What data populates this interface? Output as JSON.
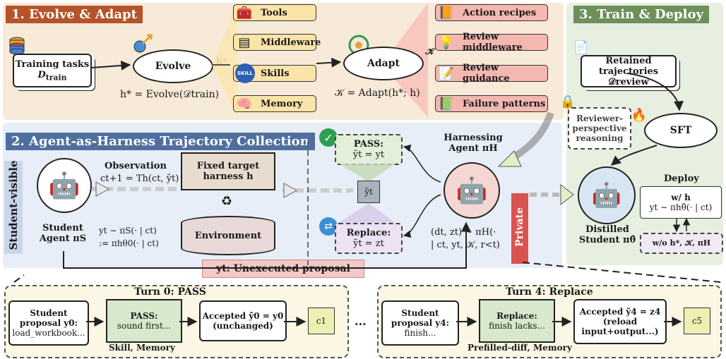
{
  "panel1": {
    "title": "1. Evolve & Adapt",
    "training_tasks": "Training tasks",
    "training_sym": "D",
    "training_sub": "train",
    "evolve": "Evolve",
    "hstar": "h*",
    "evolve_eq": "h* = Evolve(𝒟train)",
    "tools": [
      "Tools",
      "Middleware",
      "Skills",
      "Memory"
    ],
    "skill_icon_text": "SKILL",
    "adapt": "Adapt",
    "k_sym": "𝒦",
    "adapt_eq": "𝒦 = Adapt(h*; h)",
    "knowledge": [
      "Action recipes",
      "Review middleware",
      "Review guidance",
      "Failure patterns"
    ]
  },
  "panel2": {
    "title": "2. Agent-as-Harness Trajectory Collection",
    "student_visible": "Student-visible",
    "private": "Private",
    "observation_title": "Observation",
    "observation_eq": "ct+1 = Th(ct, ỹt)",
    "student_agent": "Student",
    "student_agent2": "Agent πS",
    "student_eq1": "yt ∼ πS(· | ct)",
    "student_eq2": ":= πhθ0(· | ct)",
    "fixed_target": "Fixed target",
    "harness": "harness h",
    "environment": "Environment",
    "pass_title": "PASS:",
    "pass_eq": "ỹt = yt",
    "ytilde": "ỹt",
    "replace_title": "Replace:",
    "replace_eq": "ỹt = zt",
    "harnessing1": "Harnessing",
    "harnessing2": "Agent πH",
    "harness_eq1": "(dt, zt) ∼ πH(·",
    "harness_eq2": "| ct, yt, 𝒦, r<t)",
    "unexecuted": "yt: Unexecuted proposal"
  },
  "panel3": {
    "title": "3. Train & Deploy",
    "retained1": "Retained",
    "retained2": "trajectories 𝒟review",
    "reviewer": [
      "Reviewer-",
      "perspective",
      "reasoning"
    ],
    "sft": "SFT",
    "deploy": "Deploy",
    "with_h": "w/ h",
    "with_eq": "yt ∼ πhθ̂(· | ct)",
    "without": "w/o h*, 𝒦, πH",
    "distilled1": "Distilled",
    "distilled2": "Student πθ̂"
  },
  "turn0": {
    "title": "Turn 0: PASS",
    "student1": "Student",
    "student2": "proposal y0:",
    "student3": "load_workbook...",
    "verdict1": "PASS:",
    "verdict2": "sound first...",
    "accepted1": "Accepted ỹ0 = y0",
    "accepted2": "(unchanged)",
    "cube": "c1",
    "caption": "Skill, Memory"
  },
  "ellipsis": "...",
  "turn4": {
    "title": "Turn 4: Replace",
    "student1": "Student",
    "student2": "proposal y4:",
    "student3": "finish...",
    "verdict1": "Replace:",
    "verdict2": "finish lacks...",
    "accepted1": "Accepted ỹ4 = z4",
    "accepted2": "(reload",
    "accepted3": "input+output...)",
    "cube": "c5",
    "caption": "Prefilled-diff, Memory"
  },
  "colors": {
    "panel1_title": "#b5532a",
    "panel2_title": "#4f6f9e",
    "panel3_title": "#6d8f5a",
    "tool_chip": "#fbe4a8",
    "knowledge_chip": "#f4b8b0",
    "pass_green": "#2e9e4f",
    "replace_purple": "#8f79c2",
    "private_red": "#d9534f"
  },
  "icons": [
    "database-icon",
    "evolve-icon",
    "toolbox-icon",
    "middleware-icon",
    "skill-icon",
    "brain-icon",
    "adapt-icon",
    "k-icon",
    "recipe-icon",
    "review-middleware-icon",
    "guidance-icon",
    "failure-icon",
    "document-icon",
    "lock-icon",
    "fire-icon",
    "robot-icon",
    "check-icon",
    "swap-icon"
  ]
}
